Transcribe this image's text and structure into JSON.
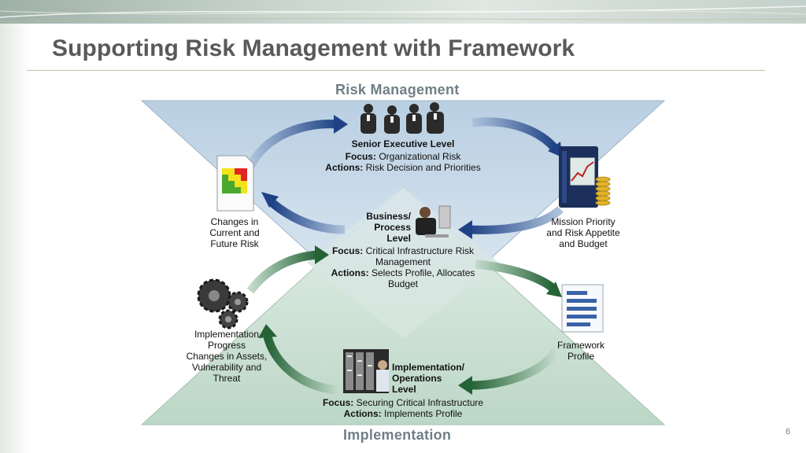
{
  "title": "Supporting Risk Management with Framework",
  "slide_number": "6",
  "bands": {
    "top": "Risk Management",
    "bottom": "Implementation"
  },
  "senior": {
    "heading": "Senior Executive Level",
    "focus_label": "Focus:",
    "focus_text": "Organizational Risk",
    "actions_label": "Actions:",
    "actions_text": "Risk Decision and Priorities"
  },
  "business": {
    "heading_1": "Business/",
    "heading_2": "Process",
    "heading_3": "Level",
    "focus_label": "Focus:",
    "focus_text_1": "Critical Infrastructure Risk",
    "focus_text_2": "Management",
    "actions_label": "Actions:",
    "actions_text_1": "Selects Profile, Allocates",
    "actions_text_2": "Budget"
  },
  "implementation_ops": {
    "heading_1": "Implementation/",
    "heading_2": "Operations",
    "heading_3": "Level",
    "focus_label": "Focus:",
    "focus_text": "Securing Critical Infrastructure",
    "actions_label": "Actions:",
    "actions_text": "Implements Profile"
  },
  "changes": {
    "line_1": "Changes in",
    "line_2": "Current and",
    "line_3": "Future Risk"
  },
  "mission": {
    "line_1": "Mission Priority",
    "line_2": "and Risk Appetite",
    "line_3": "and Budget"
  },
  "framework": {
    "line_1": "Framework",
    "line_2": "Profile"
  },
  "progress": {
    "line_1": "Implementation",
    "line_2": "Progress",
    "line_3": "Changes in Assets,",
    "line_4": "Vulnerability and",
    "line_5": "Threat"
  },
  "colors": {
    "blue_arrow": "#2a4d8f",
    "green_arrow": "#2f6f3e",
    "top_triangle": "#c9dbe9",
    "bottom_triangle": "#cfe3d6",
    "title": "#595959"
  },
  "icons": {
    "executives": "executives-group-icon",
    "heatmap": "risk-heatmap-document-icon",
    "binder": "budget-binder-icon",
    "businessman": "businessman-at-computer-icon",
    "gears": "gears-icon",
    "profile": "framework-profile-document-icon",
    "servers": "server-room-icon"
  }
}
